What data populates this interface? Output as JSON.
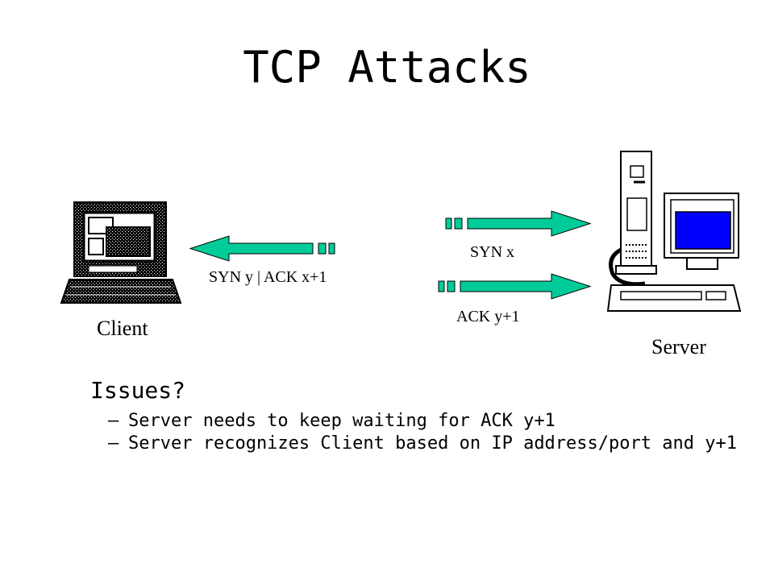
{
  "slide": {
    "title": "TCP Attacks"
  },
  "diagram": {
    "client_label": "Client",
    "server_label": "Server",
    "messages": [
      {
        "text": "SYN x",
        "direction": "client-to-server"
      },
      {
        "text": "SYN y | ACK x+1",
        "direction": "server-to-client"
      },
      {
        "text": "ACK y+1",
        "direction": "client-to-server"
      }
    ],
    "colors": {
      "arrow_fill": "#00cc99",
      "arrow_stroke": "#000000",
      "server_screen": "#0000ff"
    },
    "icons": [
      "client-computer-icon",
      "server-computer-icon"
    ]
  },
  "issues": {
    "heading": "Issues?",
    "items": [
      "Server needs to keep waiting for ACK y+1",
      "Server recognizes Client based on IP address/port and y+1"
    ],
    "bullet": "–"
  }
}
